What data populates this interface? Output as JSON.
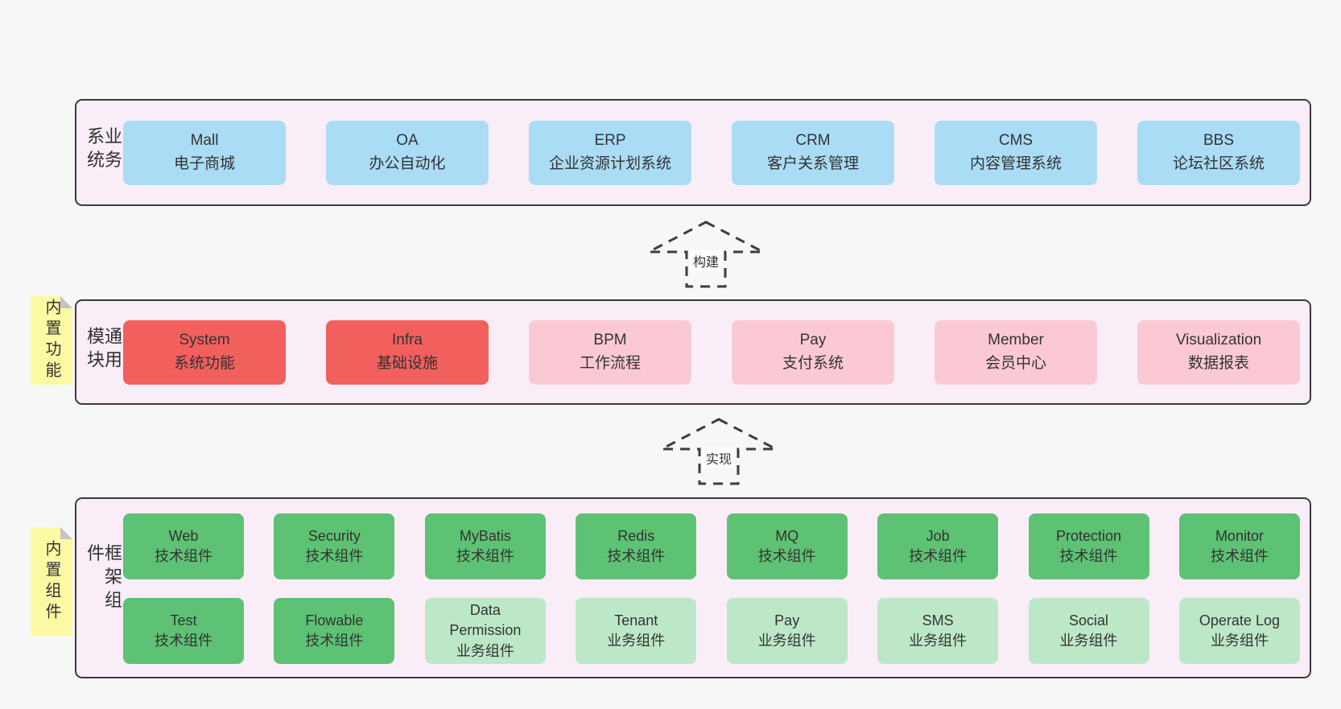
{
  "colors": {
    "page_bg": "#f7f7f7",
    "container_bg": "#f9eef7",
    "container_border": "#3a3a3a",
    "box_blue": "#aadcf5",
    "box_red": "#f2605e",
    "box_pink": "#fbc9d4",
    "box_green_dark": "#5ec274",
    "box_green_light": "#bde8c8",
    "note_yellow": "#fbf9a3",
    "text": "#333333"
  },
  "arrows": {
    "build": "构建",
    "implement": "实现"
  },
  "layers": {
    "business": {
      "label": "业务系统",
      "boxes": [
        {
          "name": "Mall",
          "desc": "电子商城"
        },
        {
          "name": "OA",
          "desc": "办公自动化"
        },
        {
          "name": "ERP",
          "desc": "企业资源计划系统"
        },
        {
          "name": "CRM",
          "desc": "客户关系管理"
        },
        {
          "name": "CMS",
          "desc": "内容管理系统"
        },
        {
          "name": "BBS",
          "desc": "论坛社区系统"
        }
      ]
    },
    "modules": {
      "label": "通用模块",
      "note": "内置功能",
      "boxes": [
        {
          "name": "System",
          "desc": "系统功能",
          "variant": "red"
        },
        {
          "name": "Infra",
          "desc": "基础设施",
          "variant": "red"
        },
        {
          "name": "BPM",
          "desc": "工作流程",
          "variant": "pink"
        },
        {
          "name": "Pay",
          "desc": "支付系统",
          "variant": "pink"
        },
        {
          "name": "Member",
          "desc": "会员中心",
          "variant": "pink"
        },
        {
          "name": "Visualization",
          "desc": "数据报表",
          "variant": "pink"
        }
      ]
    },
    "components": {
      "label": "框架组件",
      "note": "内置组件",
      "row1": [
        {
          "name": "Web",
          "desc": "技术组件",
          "variant": "green-dark"
        },
        {
          "name": "Security",
          "desc": "技术组件",
          "variant": "green-dark"
        },
        {
          "name": "MyBatis",
          "desc": "技术组件",
          "variant": "green-dark"
        },
        {
          "name": "Redis",
          "desc": "技术组件",
          "variant": "green-dark"
        },
        {
          "name": "MQ",
          "desc": "技术组件",
          "variant": "green-dark"
        },
        {
          "name": "Job",
          "desc": "技术组件",
          "variant": "green-dark"
        },
        {
          "name": "Protection",
          "desc": "技术组件",
          "variant": "green-dark"
        },
        {
          "name": "Monitor",
          "desc": "技术组件",
          "variant": "green-dark"
        }
      ],
      "row2": [
        {
          "name": "Test",
          "desc": "技术组件",
          "variant": "green-dark"
        },
        {
          "name": "Flowable",
          "desc": "技术组件",
          "variant": "green-dark"
        },
        {
          "name": "Data Permission",
          "desc": "业务组件",
          "variant": "green-light"
        },
        {
          "name": "Tenant",
          "desc": "业务组件",
          "variant": "green-light"
        },
        {
          "name": "Pay",
          "desc": "业务组件",
          "variant": "green-light"
        },
        {
          "name": "SMS",
          "desc": "业务组件",
          "variant": "green-light"
        },
        {
          "name": "Social",
          "desc": "业务组件",
          "variant": "green-light"
        },
        {
          "name": "Operate Log",
          "desc": "业务组件",
          "variant": "green-light"
        }
      ]
    }
  }
}
